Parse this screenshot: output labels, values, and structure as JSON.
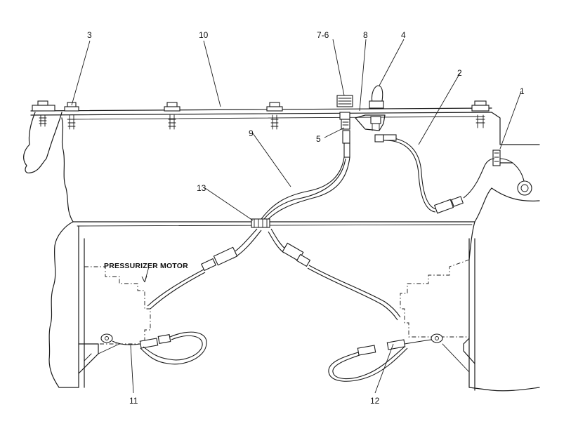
{
  "diagram": {
    "callouts": {
      "c1": "1",
      "c2": "2",
      "c3": "3",
      "c4": "4",
      "c5": "5",
      "c76": "7-6",
      "c8": "8",
      "c9": "9",
      "c10": "10",
      "c11": "11",
      "c12": "12",
      "c13": "13"
    },
    "note": "PRESSURIZER MOTOR"
  }
}
